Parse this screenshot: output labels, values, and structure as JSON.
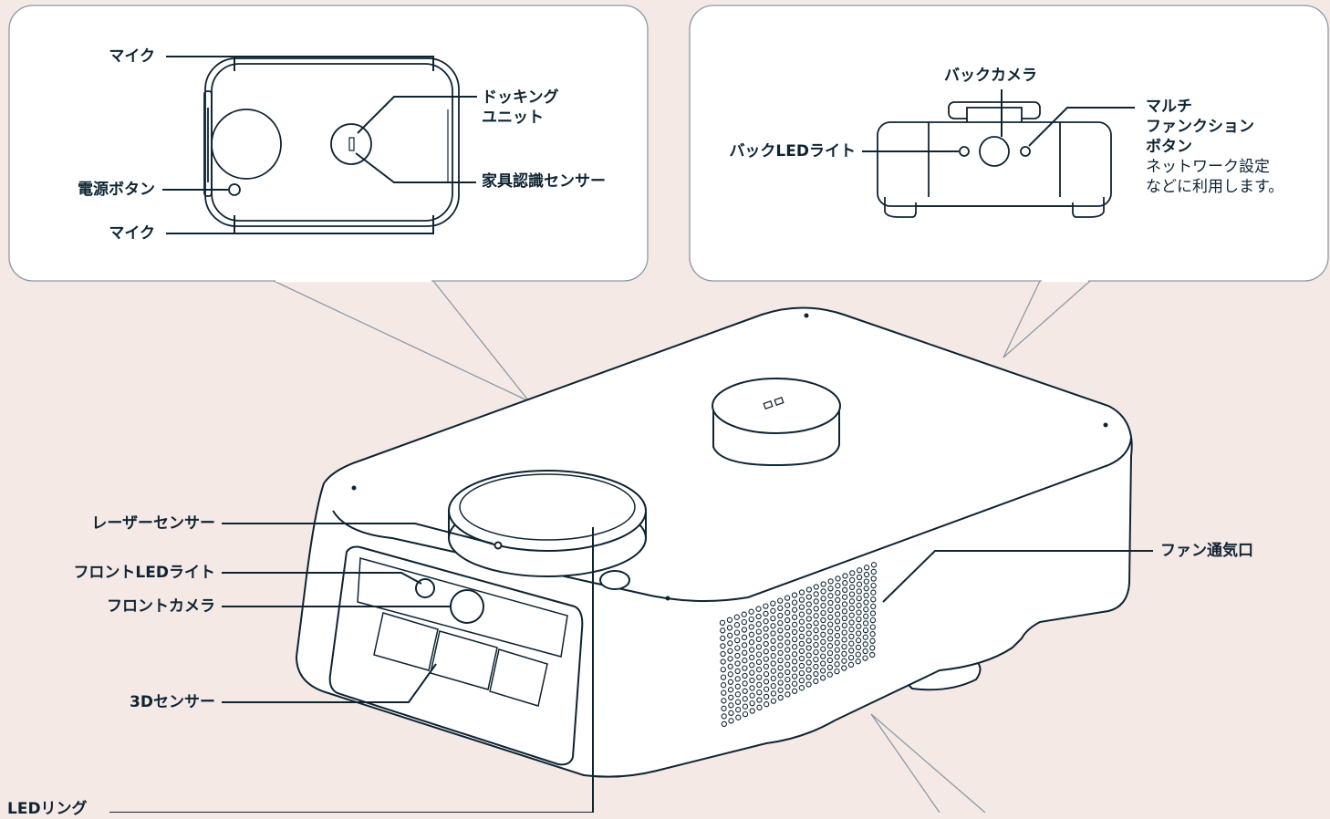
{
  "colors": {
    "background": "#F5E9E6",
    "ink": "#0E2433",
    "panel": "#FFFFFF",
    "callout_border": "#8A9BA6"
  },
  "labels": {
    "top_mic": "マイク",
    "power_button": "電源ボタン",
    "bottom_mic": "マイク",
    "docking_unit_line1": "ドッキング",
    "docking_unit_line2": "ユニット",
    "furniture_sensor": "家具認識センサー",
    "back_camera": "バックカメラ",
    "back_led": "バックLEDライト",
    "multi_line1": "マルチ",
    "multi_line2": "ファンクション",
    "multi_line3": "ボタン",
    "multi_desc1": "ネットワーク設定",
    "multi_desc2": "などに利用します。",
    "laser_sensor": "レーザーセンサー",
    "front_led": "フロントLEDライト",
    "front_camera": "フロントカメラ",
    "sensor_3d": "3Dセンサー",
    "fan_vent": "ファン通気口",
    "led_ring": "LEDリング"
  }
}
